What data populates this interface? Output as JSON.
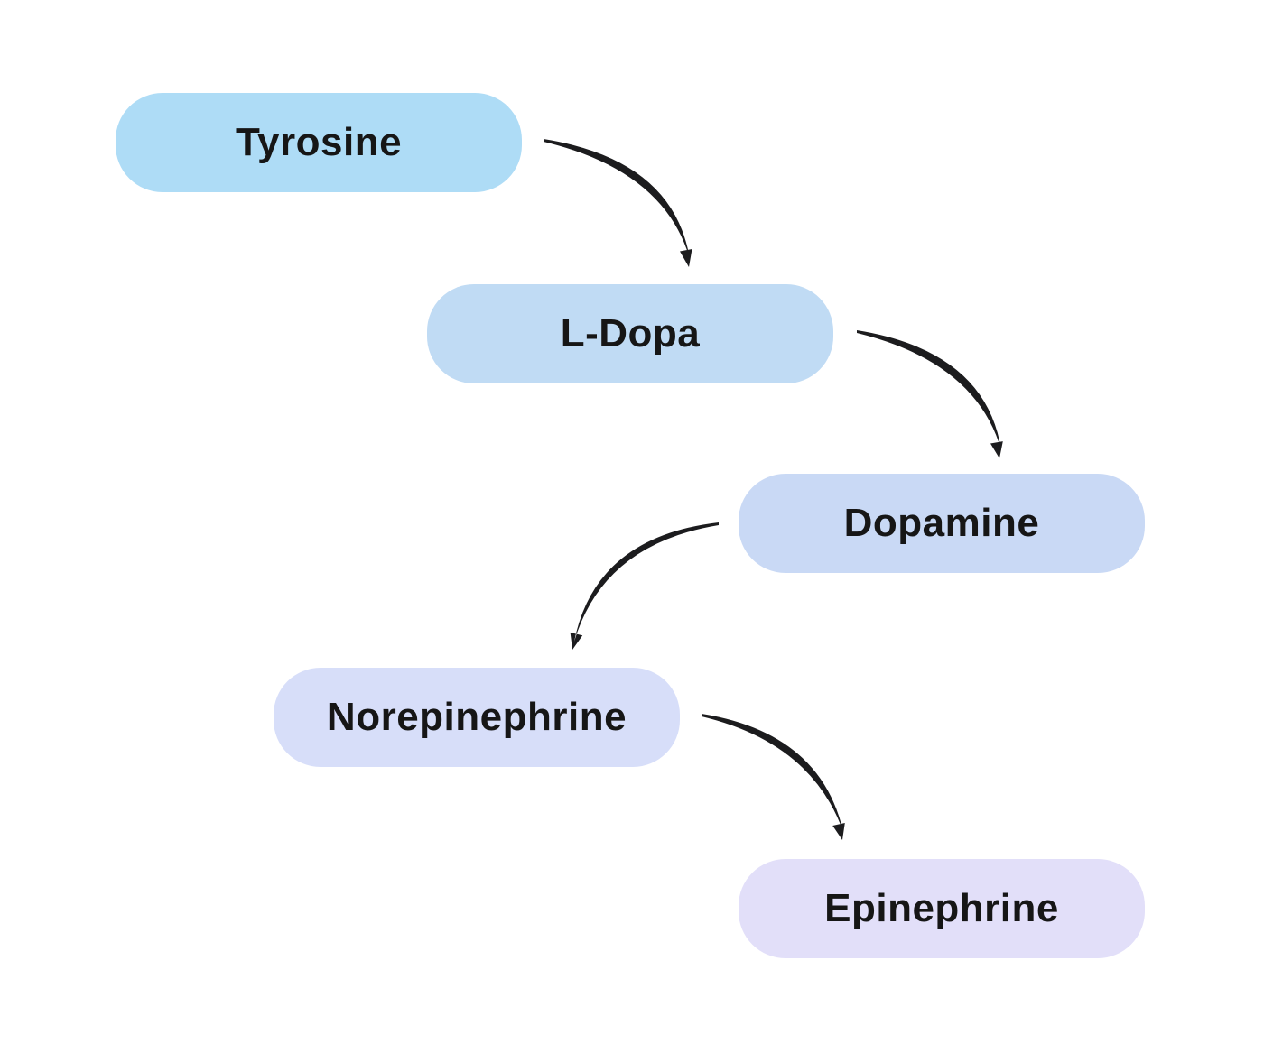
{
  "diagram": {
    "type": "flowchart",
    "description": "Catecholamine synthesis pathway",
    "background": "#ffffff",
    "arrow_color": "#1c1c1e",
    "text_color": "#161616",
    "nodes": [
      {
        "id": "tyrosine",
        "label": "Tyrosine",
        "bg": "#aedcf6"
      },
      {
        "id": "l-dopa",
        "label": "L-Dopa",
        "bg": "#c0dbf4"
      },
      {
        "id": "dopamine",
        "label": "Dopamine",
        "bg": "#c9d9f5"
      },
      {
        "id": "norepinephrine",
        "label": "Norepinephrine",
        "bg": "#d7def9"
      },
      {
        "id": "epinephrine",
        "label": "Epinephrine",
        "bg": "#e2dff9"
      }
    ],
    "connections": [
      {
        "from": "Tyrosine",
        "to": "L-Dopa"
      },
      {
        "from": "L-Dopa",
        "to": "Dopamine"
      },
      {
        "from": "Dopamine",
        "to": "Norepinephrine"
      },
      {
        "from": "Norepinephrine",
        "to": "Epinephrine"
      }
    ]
  }
}
